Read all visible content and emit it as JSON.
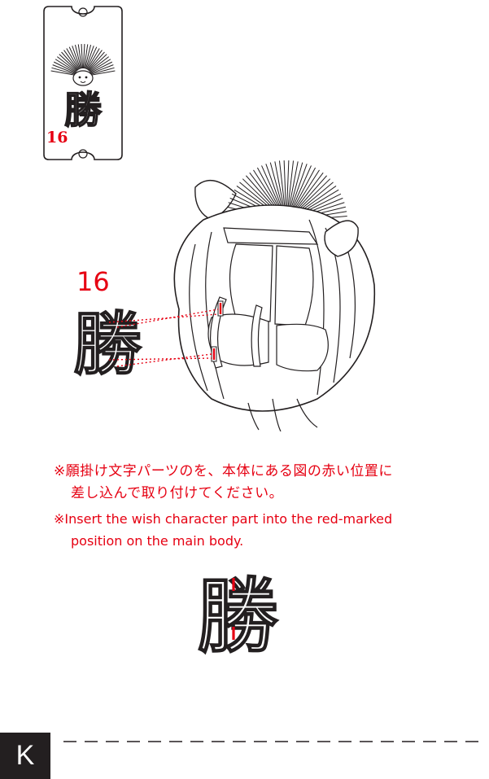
{
  "colors": {
    "accent": "#e60012",
    "ink": "#231f20",
    "label_bg": "#231f20",
    "label_fg": "#ffffff"
  },
  "part": {
    "number": "16",
    "character": "勝"
  },
  "step": {
    "number": "16"
  },
  "notes": {
    "jp_line1": "※願掛け文字パーツのを、本体にある図の赤い位置に",
    "jp_line2": "差し込んで取り付けてください。",
    "en_line1": "※Insert the wish character part into the red-marked",
    "en_line2": "position on the main body."
  },
  "page_label": "K"
}
